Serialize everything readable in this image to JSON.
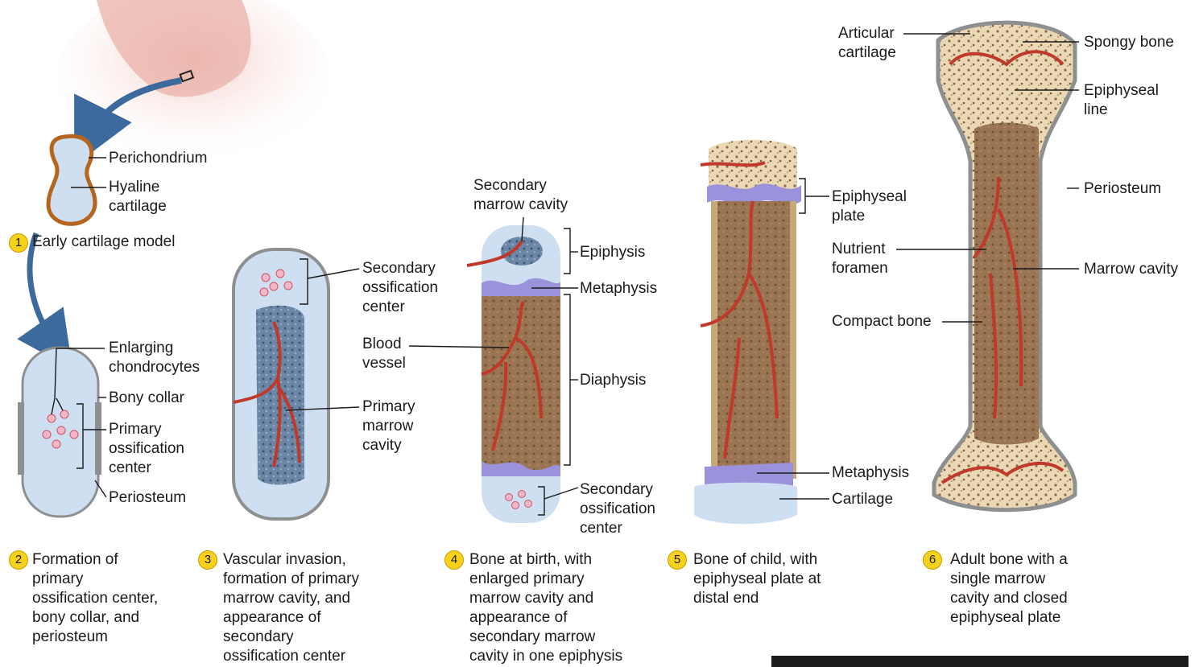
{
  "stages": [
    {
      "number": "1",
      "caption": "Early cartilage model"
    },
    {
      "number": "2",
      "caption": "Formation of\nprimary\nossification center,\nbony collar, and\nperiosteum"
    },
    {
      "number": "3",
      "caption": "Vascular invasion,\nformation of primary\nmarrow cavity, and\nappearance of\nsecondary\nossification center"
    },
    {
      "number": "4",
      "caption": "Bone at birth, with\nenlarged primary\nmarrow cavity and\nappearance of\nsecondary marrow\ncavity in one epiphysis"
    },
    {
      "number": "5",
      "caption": "Bone of child, with\nepiphyseal plate at\ndistal end"
    },
    {
      "number": "6",
      "caption": "Adult bone with a\nsingle marrow\ncavity and closed\nepiphyseal plate"
    }
  ],
  "labels": {
    "perichondrium": "Perichondrium",
    "hyaline_cartilage": "Hyaline\ncartilage",
    "enlarging_chondrocytes": "Enlarging\nchondrocytes",
    "bony_collar": "Bony collar",
    "primary_ossification_center": "Primary\nossification\ncenter",
    "periosteum_2": "Periosteum",
    "secondary_ossification_center_3": "Secondary\nossification\ncenter",
    "primary_marrow_cavity": "Primary\nmarrow\ncavity",
    "secondary_marrow_cavity": "Secondary\nmarrow cavity",
    "epiphysis": "Epiphysis",
    "metaphysis_4": "Metaphysis",
    "blood_vessel": "Blood\nvessel",
    "diaphysis": "Diaphysis",
    "secondary_ossification_center_4": "Secondary\nossification\ncenter",
    "epiphyseal_plate": "Epiphyseal\nplate",
    "nutrient_foramen": "Nutrient\nforamen",
    "compact_bone": "Compact bone",
    "metaphysis_5": "Metaphysis",
    "cartilage": "Cartilage",
    "articular_cartilage": "Articular\ncartilage",
    "spongy_bone": "Spongy bone",
    "epiphyseal_line": "Epiphyseal\nline",
    "periosteum_6": "Periosteum",
    "marrow_cavity": "Marrow cavity"
  },
  "colors": {
    "cartilage": "#cfdff2",
    "perichondrium": "#b5651d",
    "marrow": "#8a6a4a",
    "spongy": "#e9d6b2",
    "vessel": "#c0392b",
    "plate": "#9a93dc",
    "periosteum": "#8e8f90",
    "step_badge": "#f6d21a"
  }
}
